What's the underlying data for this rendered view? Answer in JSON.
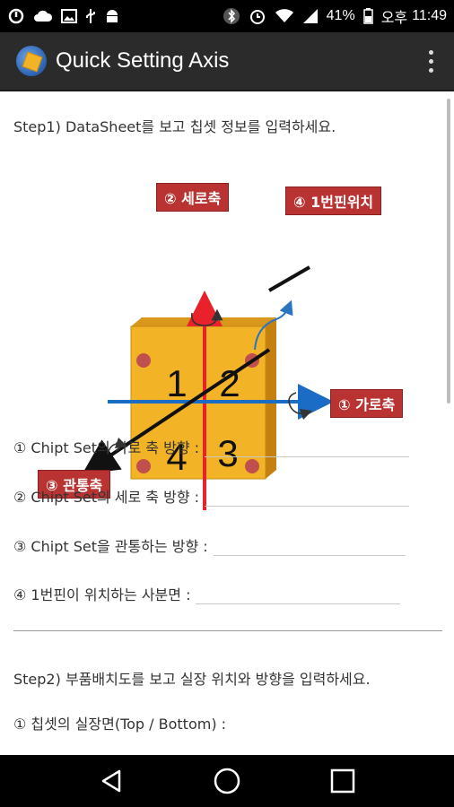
{
  "status_bar": {
    "battery_percent": "41%",
    "ampm": "오후",
    "time": "11:49"
  },
  "app_bar": {
    "title": "Quick Setting Axis"
  },
  "step1": {
    "heading": "Step1) DataSheet를 보고 칩셋 정보를 입력하세요.",
    "diagram": {
      "quadrants": [
        "1",
        "2",
        "3",
        "4"
      ],
      "callouts": {
        "vertical_axis": "② 세로축",
        "pin1_position": "④ 1번핀위치",
        "horizontal_axis": "① 가로축",
        "through_axis": "③ 관통축"
      }
    },
    "fields": [
      {
        "label": "① Chipt Set의 가로 축 방향 :",
        "value": ""
      },
      {
        "label": "② Chipt Set의 세로 축 방향 :",
        "value": ""
      },
      {
        "label": "③ Chipt Set을 관통하는 방향 :",
        "value": ""
      },
      {
        "label": "④ 1번핀이 위치하는 사분면 :",
        "value": ""
      }
    ]
  },
  "step2": {
    "heading": "Step2) 부품배치도를 보고 실장 위치와 방향을 입력하세요.",
    "fields": [
      {
        "label": "① 칩셋의 실장면(Top / Bottom) :",
        "value": ""
      }
    ]
  },
  "colors": {
    "appbar": "#2b2b2b",
    "chip_face": "#f3b326",
    "callout": "#b93333",
    "vertical_axis": "#e8212a",
    "horizontal_axis": "#1a6cc4",
    "pin_dot": "#c0504d"
  },
  "icons": [
    "notification-icon",
    "cloud-icon",
    "image-icon",
    "usb-icon",
    "android-icon",
    "bluetooth-icon",
    "alarm-icon",
    "wifi-icon",
    "signal-icon",
    "battery-icon",
    "overflow-menu-icon",
    "back-icon",
    "home-icon",
    "recents-icon"
  ]
}
